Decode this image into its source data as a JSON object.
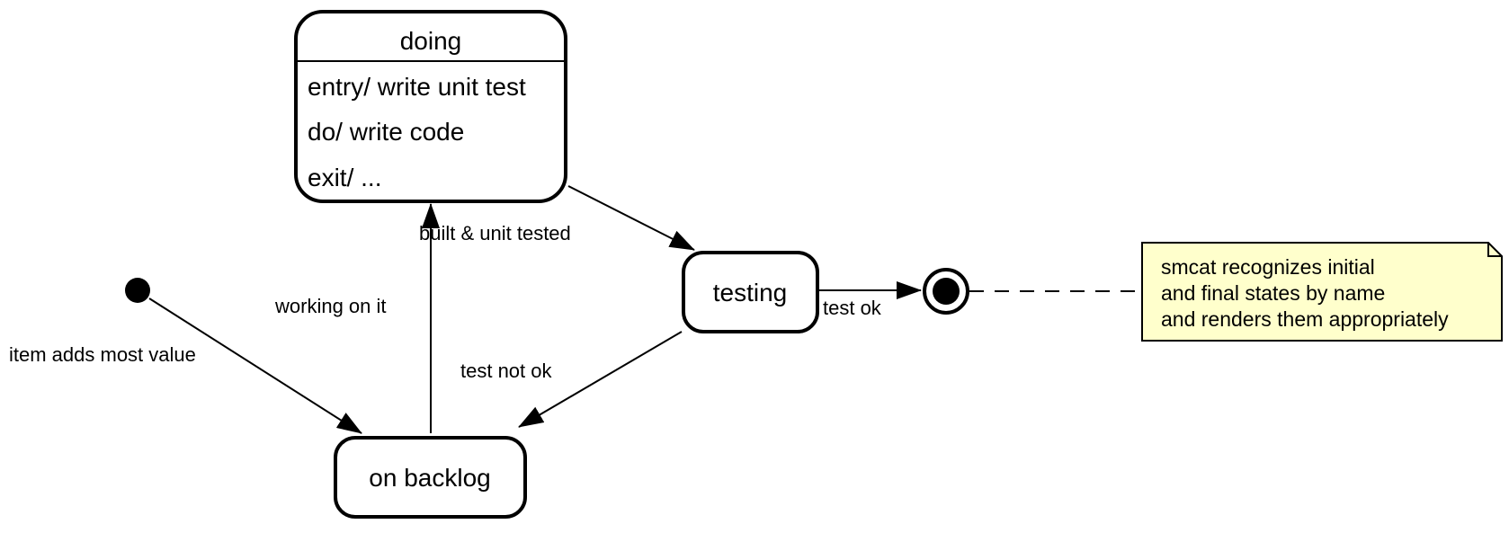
{
  "states": {
    "doing": {
      "name": "doing",
      "activities": [
        "entry/ write unit test",
        "do/ write code",
        "exit/ ..."
      ]
    },
    "testing": {
      "name": "testing"
    },
    "backlog": {
      "name": "on backlog"
    }
  },
  "transitions": {
    "initial_to_backlog": "item adds most value",
    "backlog_to_doing": "working on it",
    "doing_to_testing": "built & unit tested",
    "testing_to_backlog": "test not ok",
    "testing_to_final": "test ok"
  },
  "note": {
    "lines": [
      "smcat recognizes initial",
      "and final states by name",
      "and renders them appropriately"
    ]
  },
  "colors": {
    "stroke": "#000000",
    "state_fill": "#ffffff",
    "note_fill": "#ffffcc"
  }
}
